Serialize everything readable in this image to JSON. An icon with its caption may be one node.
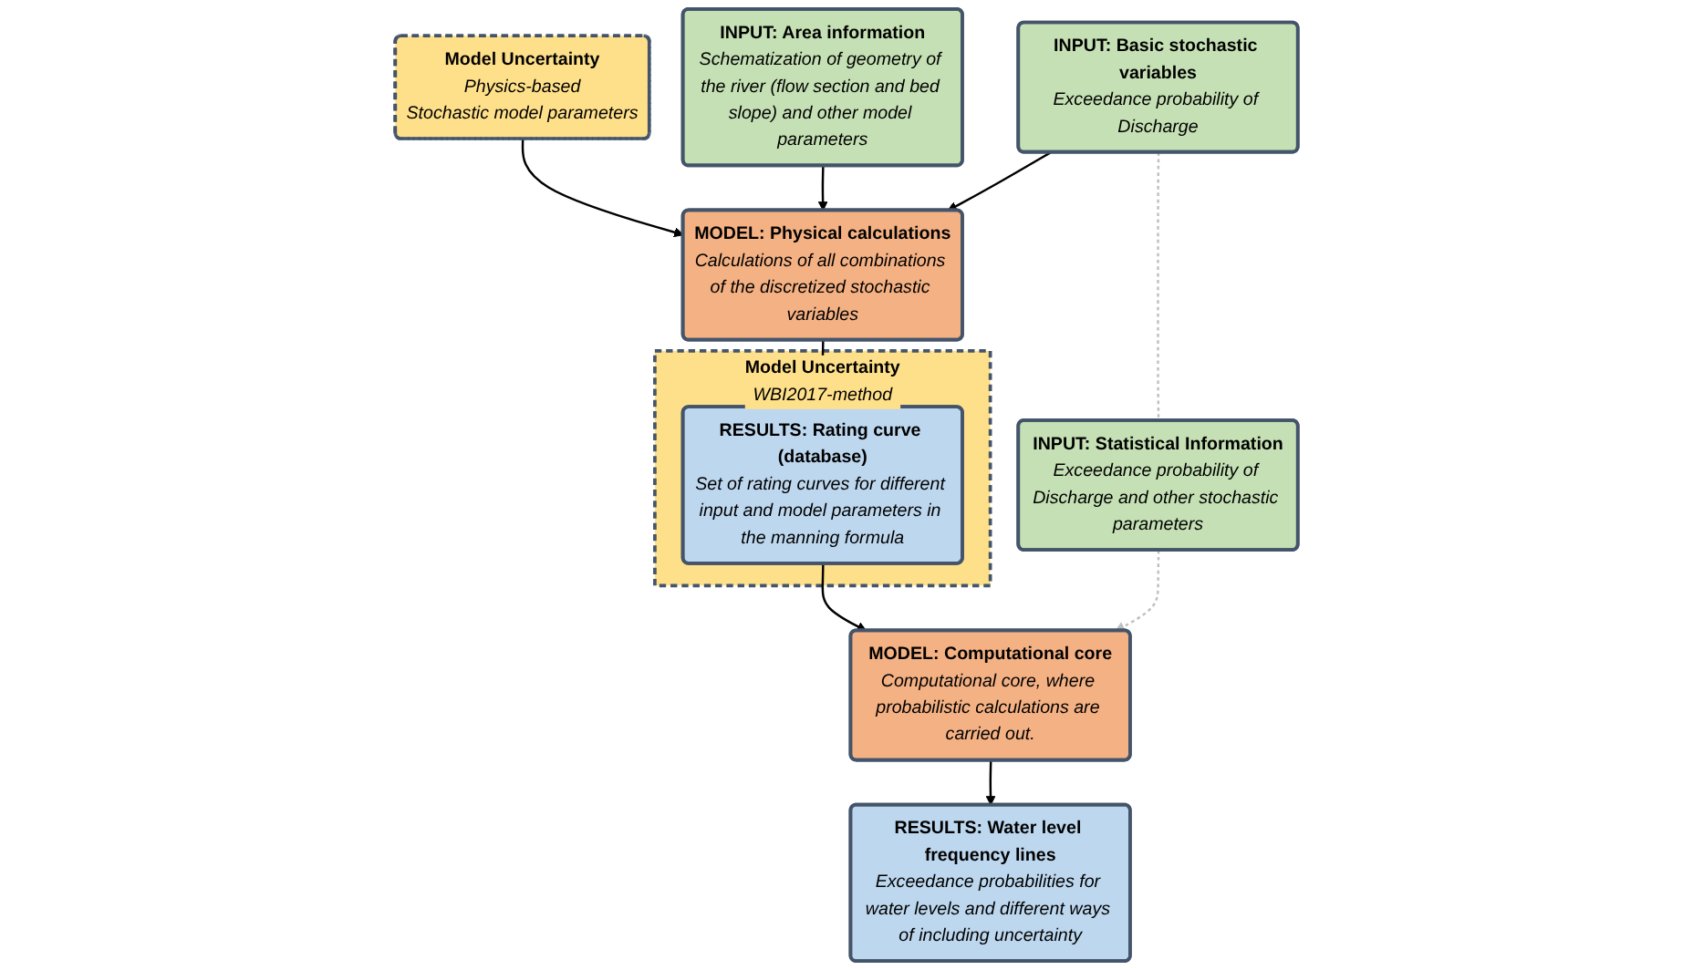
{
  "diagram": {
    "nodes": [
      {
        "text": [
          "Model Uncertainty",
          "Physics-based",
          "Stochastic model parameters"
        ]
      },
      {
        "text": [
          "INPUT: Area information",
          "Schematization of geometry of the river (flow section and bed slope) and other model parameters"
        ]
      },
      {
        "text": [
          "INPUT: Basic stochastic variables",
          "Exceedance probability of Discharge"
        ]
      },
      {
        "text": [
          "MODEL: Physical calculations",
          "Calculations of all combinations of the discretized stochastic variables"
        ]
      },
      {
        "text": [
          "Model Uncertainty",
          "WBI2017-method"
        ]
      },
      {
        "text": [
          "RESULTS: Rating curve (database)",
          "Set of rating curves for different input and model parameters in the manning formula"
        ],
        "in": 4
      },
      {
        "text": [
          "INPUT: Statistical Information",
          "Exceedance probability of Discharge and other stochastic parameters"
        ]
      },
      {
        "text": [
          "MODEL: Computational core",
          "Computational core, where probabilistic calculations are carried out."
        ]
      },
      {
        "text": [
          "RESULTS: Water level frequency lines",
          "Exceedance probabilities for water levels and different ways of including uncertainty"
        ]
      }
    ],
    "edges": [
      {
        "from": 0,
        "to": 3,
        "arrow": "to"
      },
      {
        "from": 1,
        "to": 3,
        "arrow": "to"
      },
      {
        "from": 2,
        "to": 3,
        "arrow": "to"
      },
      {
        "from": 3,
        "to": 5,
        "arrow": "to"
      },
      {
        "from": 5,
        "to": 7,
        "arrow": "to"
      },
      {
        "from": 2,
        "to": 6,
        "arrow": "none",
        "style": "dashed",
        "color": "#bfbfbf"
      },
      {
        "from": 6,
        "to": 7,
        "arrow": "to",
        "style": "dashed",
        "color": "#bfbfbf"
      },
      {
        "from": 7,
        "to": 8,
        "arrow": "to"
      }
    ]
  }
}
